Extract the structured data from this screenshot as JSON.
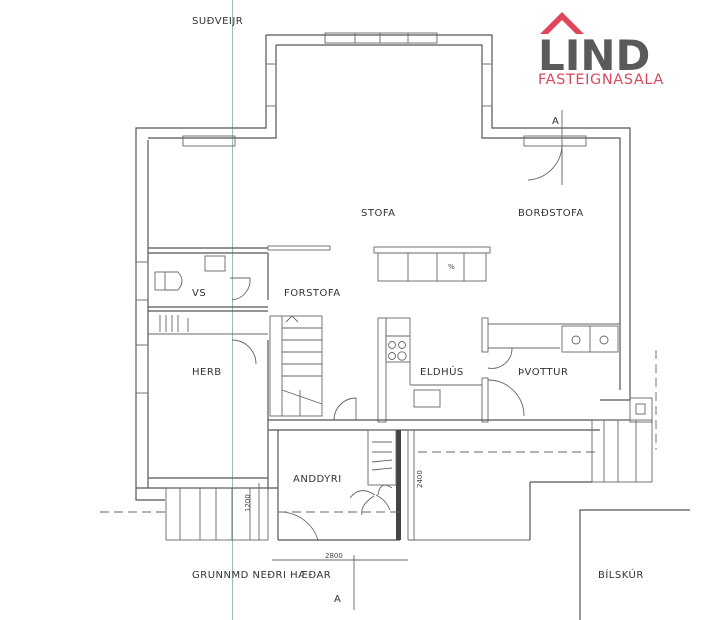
{
  "brand": {
    "name": "LIND",
    "subtitle": "FASTEIGNASALA",
    "roof_color": "#e0475a",
    "text_color": "#5a5a5a"
  },
  "plan": {
    "title": "GRUNNMD NEÐRI HÆÐAR",
    "street_label": "SUÐVEIJR",
    "garage_label": "BÍLSKÚR",
    "section_marker_top": "A",
    "section_marker_bottom": "A",
    "rooms": {
      "stofa": "STOFA",
      "bordstofa": "BORÐSTOFA",
      "vs": "VS",
      "forstofa": "FORSTOFA",
      "herb": "HERB",
      "eldhus": "ELDHÚS",
      "thvottur": "ÞVOTTUR",
      "anddyri": "ANDDYRI"
    },
    "dimensions": {
      "steps_height": "1200",
      "entry_width": "2800",
      "entry_depth": "2400"
    }
  }
}
